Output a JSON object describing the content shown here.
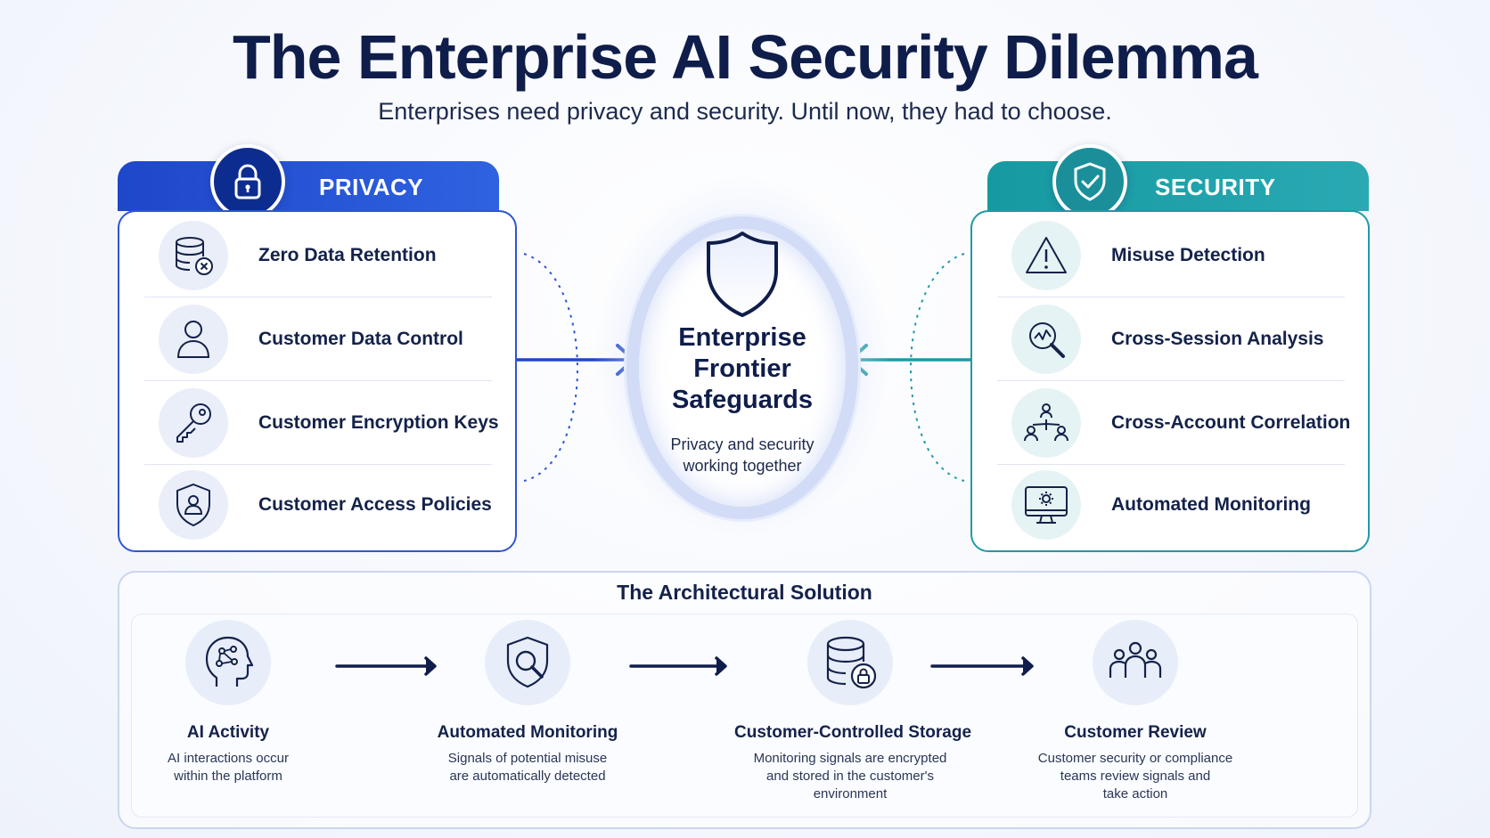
{
  "header": {
    "title": "The Enterprise AI Security Dilemma",
    "subtitle": "Enterprises need privacy and security. Until now, they had to choose."
  },
  "privacy": {
    "label": "PRIVACY",
    "badge_icon": "lock-icon",
    "items": [
      {
        "label": "Zero Data Retention",
        "icon": "database-x-icon"
      },
      {
        "label": "Customer Data Control",
        "icon": "user-icon"
      },
      {
        "label": "Customer Encryption Keys",
        "icon": "key-icon"
      },
      {
        "label": "Customer Access Policies",
        "icon": "shield-user-icon"
      }
    ]
  },
  "security": {
    "label": "SECURITY",
    "badge_icon": "shield-check-icon",
    "items": [
      {
        "label": "Misuse Detection",
        "icon": "warning-icon"
      },
      {
        "label": "Cross-Session Analysis",
        "icon": "magnifier-chart-icon"
      },
      {
        "label": "Cross-Account Correlation",
        "icon": "network-people-icon"
      },
      {
        "label": "Automated Monitoring",
        "icon": "monitor-gear-icon"
      }
    ]
  },
  "center": {
    "title_line1": "Enterprise",
    "title_line2": "Frontier",
    "title_line3": "Safeguards",
    "sub_line1": "Privacy and security",
    "sub_line2": "working together"
  },
  "solution": {
    "title": "The Architectural Solution",
    "steps": [
      {
        "name": "AI Activity",
        "desc1": "AI interactions occur",
        "desc2": "within the platform",
        "desc3": "",
        "icon": "ai-head-icon"
      },
      {
        "name": "Automated Monitoring",
        "desc1": "Signals of potential misuse",
        "desc2": "are automatically detected",
        "desc3": "",
        "icon": "shield-search-icon"
      },
      {
        "name": "Customer-Controlled Storage",
        "desc1": "Monitoring signals are encrypted",
        "desc2": "and stored in the customer's",
        "desc3": "environment",
        "icon": "database-lock-icon"
      },
      {
        "name": "Customer Review",
        "desc1": "Customer security or compliance",
        "desc2": "teams review signals and",
        "desc3": "take action",
        "icon": "team-icon"
      }
    ]
  },
  "colors": {
    "privacy_blue": "#2f55d4",
    "security_teal": "#1f9aa6",
    "navy": "#0f1d4a"
  }
}
